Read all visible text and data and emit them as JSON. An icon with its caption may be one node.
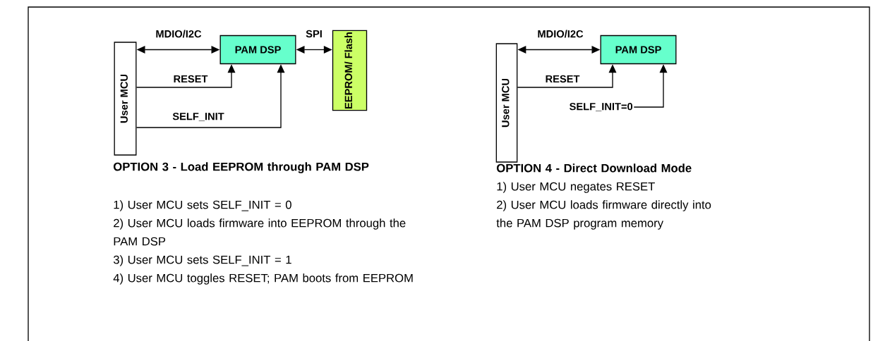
{
  "diagram": {
    "nodes": [
      {
        "text": [
          "User MCU"
        ]
      },
      {
        "text": [
          "PAM DSP"
        ]
      },
      {
        "text": [
          "EEPROM/ Flash"
        ]
      },
      {
        "text": [
          "User MCU"
        ]
      },
      {
        "text": [
          "PAM DSP"
        ]
      },
      {
        "text": [
          "SELF_INIT=0"
        ]
      }
    ],
    "edges": [
      {
        "from": 0,
        "to": 1,
        "arrow": "both",
        "label": "MDIO/I2C"
      },
      {
        "from": 1,
        "to": 2,
        "arrow": "both",
        "label": "SPI"
      },
      {
        "from": 0,
        "to": 1,
        "arrow": "to",
        "label": "RESET"
      },
      {
        "from": 0,
        "to": 1,
        "arrow": "to",
        "label": "SELF_INIT"
      },
      {
        "from": 3,
        "to": 4,
        "arrow": "both",
        "label": "MDIO/I2C"
      },
      {
        "from": 3,
        "to": 4,
        "arrow": "to",
        "label": "RESET"
      },
      {
        "from": 5,
        "to": 4,
        "arrow": "to"
      }
    ],
    "labels": [
      "OPTION 3 - Load EEPROM through PAM DSP",
      "1) User MCU sets SELF_INIT = 0",
      "2) User MCU loads firmware into EEPROM through the PAM DSP",
      "3) User MCU sets SELF_INIT = 1",
      "4) User MCU toggles RESET; PAM boots from EEPROM",
      "OPTION 4 - Direct Download Mode",
      "1) User MCU negates RESET",
      "2) User MCU loads firmware directly into the PAM DSP program memory"
    ]
  }
}
